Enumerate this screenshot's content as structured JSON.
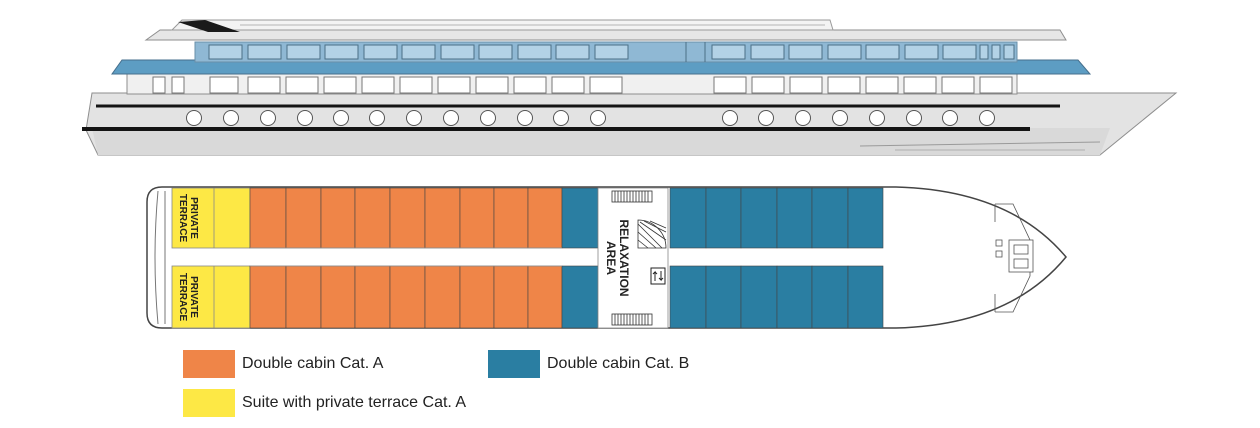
{
  "plan": {
    "terrace_label_line1": "PRIVATE",
    "terrace_label_line2": "TERRACE",
    "relaxation_line1": "RELAXATION",
    "relaxation_line2": "AREA"
  },
  "legend": {
    "cat_a": {
      "label": "Double cabin Cat. A",
      "color": "#ef8548"
    },
    "cat_b": {
      "label": "Double cabin Cat. B",
      "color": "#2a7ea2"
    },
    "suite": {
      "label": "Suite with private terrace Cat. A",
      "color": "#fde845"
    }
  },
  "icons": [
    "ship-side-profile-icon",
    "stairs-icon",
    "elevator-icon",
    "bow-equipment-icon"
  ]
}
